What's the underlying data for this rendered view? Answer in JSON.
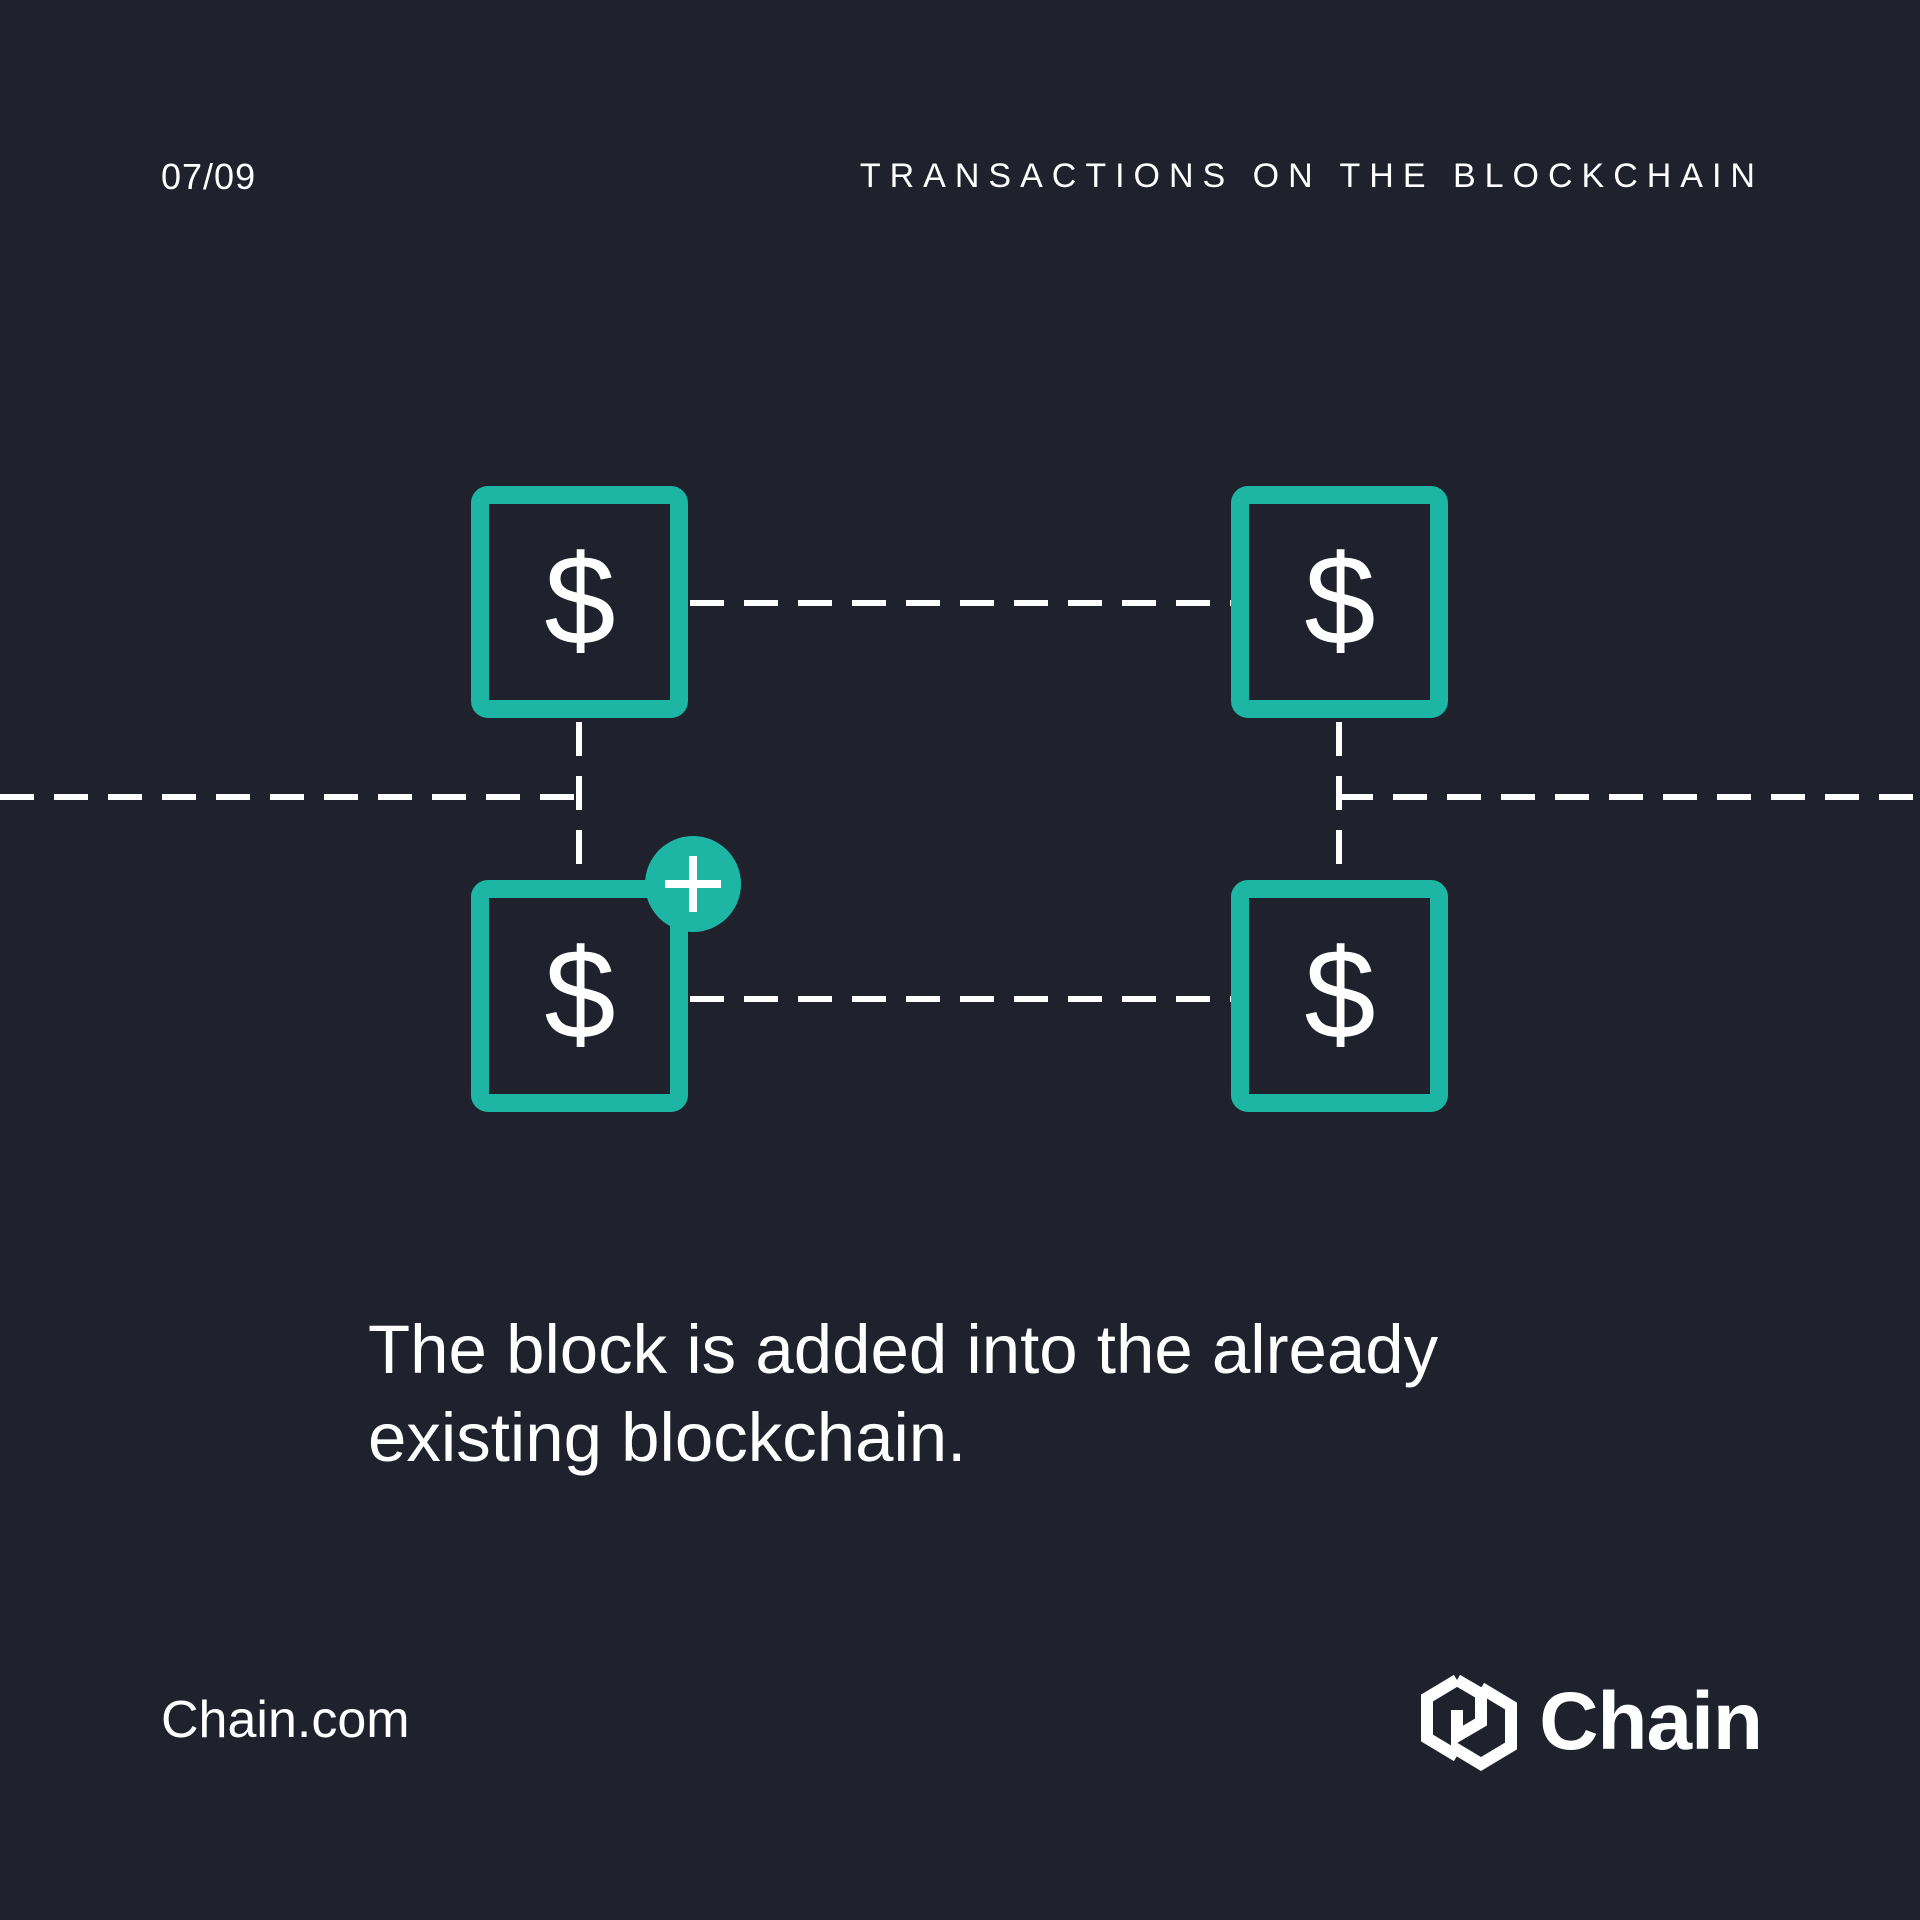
{
  "header": {
    "page_counter": "07/09",
    "series_title": "TRANSACTIONS ON THE BLOCKCHAIN"
  },
  "diagram": {
    "block_symbol": "$",
    "add_badge_symbol": "+",
    "blocks": [
      {
        "id": "top-left",
        "symbol": "$"
      },
      {
        "id": "top-right",
        "symbol": "$"
      },
      {
        "id": "bottom-left-new",
        "symbol": "$",
        "badge": "+"
      },
      {
        "id": "bottom-right",
        "symbol": "$"
      }
    ]
  },
  "caption": {
    "line1": "The block is added into the already",
    "line2": "existing blockchain."
  },
  "footer": {
    "site": "Chain.com",
    "brand_name": "Chain"
  },
  "colors": {
    "background": "#1f222c",
    "accent": "#1db5a4",
    "text": "#ffffff",
    "connector": "#ffffff"
  },
  "icons": {
    "brand_logo": "chain-hexagon-logo-icon",
    "add_badge": "plus-icon",
    "block": "dollar-block-icon"
  }
}
